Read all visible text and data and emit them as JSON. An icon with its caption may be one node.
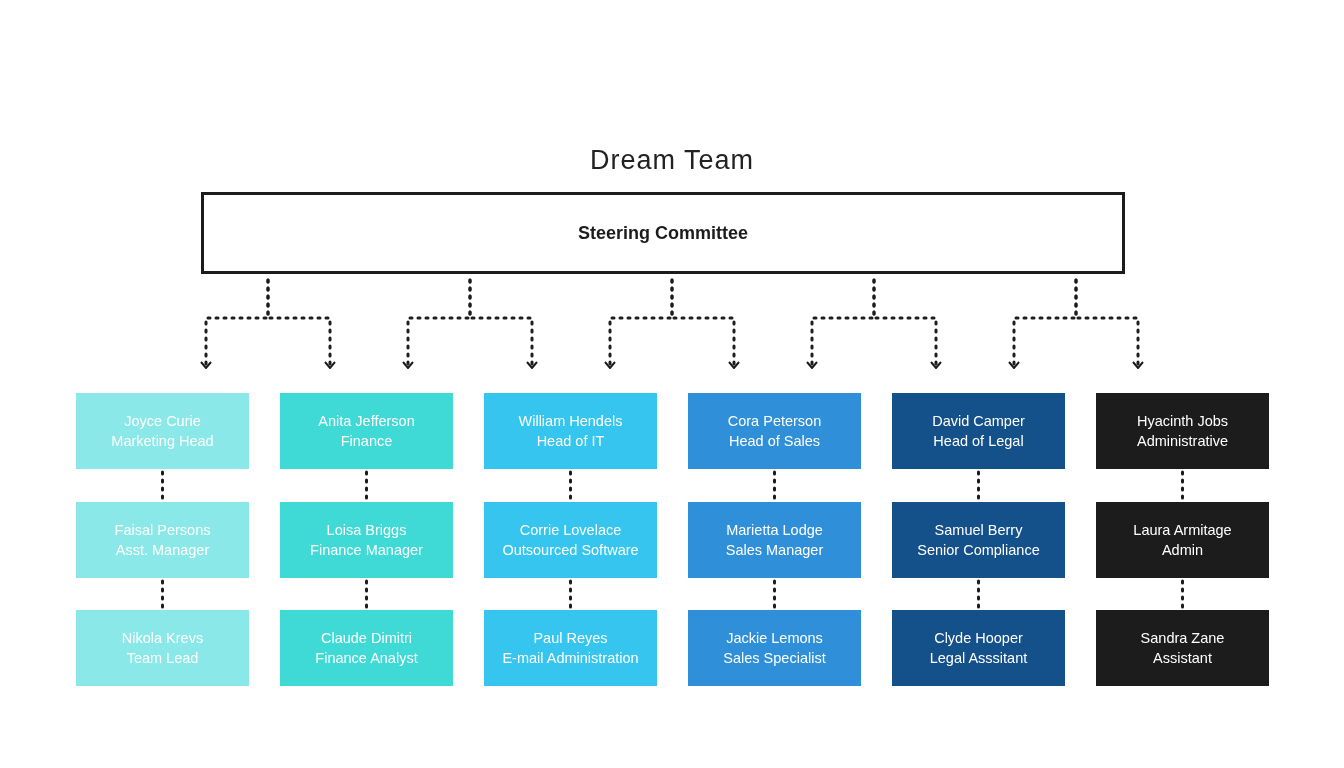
{
  "diagram": {
    "title": "Dream Team",
    "nodes": [
      {
        "text": [
          "Steering Committee"
        ]
      },
      {
        "text": [
          "Joyce Curie",
          "Marketing Head"
        ]
      },
      {
        "text": [
          "Anita Jefferson",
          "Finance"
        ]
      },
      {
        "text": [
          "William Hendels",
          "Head of IT"
        ]
      },
      {
        "text": [
          "Cora Peterson",
          "Head of Sales"
        ]
      },
      {
        "text": [
          "David Camper",
          "Head of Legal"
        ]
      },
      {
        "text": [
          "Hyacinth Jobs",
          "Administrative"
        ]
      },
      {
        "text": [
          "Faisal Persons",
          "Asst. Manager"
        ]
      },
      {
        "text": [
          "Loisa Briggs",
          "Finance Manager"
        ]
      },
      {
        "text": [
          "Corrie Lovelace",
          "Outsourced Software"
        ]
      },
      {
        "text": [
          "Marietta Lodge",
          "Sales Manager"
        ]
      },
      {
        "text": [
          "Samuel Berry",
          "Senior Compliance"
        ]
      },
      {
        "text": [
          "Laura Armitage",
          "Admin"
        ]
      },
      {
        "text": [
          "Nikola Krevs",
          "Team Lead"
        ]
      },
      {
        "text": [
          "Claude Dimitri",
          "Finance Analyst"
        ]
      },
      {
        "text": [
          "Paul Reyes",
          "E-mail Administration"
        ]
      },
      {
        "text": [
          "Jackie Lemons",
          "Sales Specialist"
        ]
      },
      {
        "text": [
          "Clyde Hooper",
          "Legal Asssitant"
        ]
      },
      {
        "text": [
          "Sandra Zane",
          "Assistant"
        ]
      }
    ],
    "edges": [
      {
        "from": 0,
        "to": 1,
        "arrow": "to",
        "style": "dashed"
      },
      {
        "from": 0,
        "to": 2,
        "arrow": "to",
        "style": "dashed"
      },
      {
        "from": 0,
        "to": 2,
        "arrow": "to",
        "style": "dashed"
      },
      {
        "from": 0,
        "to": 3,
        "arrow": "to",
        "style": "dashed"
      },
      {
        "from": 0,
        "to": 3,
        "arrow": "to",
        "style": "dashed"
      },
      {
        "from": 0,
        "to": 4,
        "arrow": "to",
        "style": "dashed"
      },
      {
        "from": 0,
        "to": 4,
        "arrow": "to",
        "style": "dashed"
      },
      {
        "from": 0,
        "to": 5,
        "arrow": "to",
        "style": "dashed"
      },
      {
        "from": 0,
        "to": 5,
        "arrow": "to",
        "style": "dashed"
      },
      {
        "from": 0,
        "to": 6,
        "arrow": "to",
        "style": "dashed"
      },
      {
        "from": 1,
        "to": 7,
        "arrow": "none",
        "style": "dashed"
      },
      {
        "from": 7,
        "to": 13,
        "arrow": "none",
        "style": "dashed"
      },
      {
        "from": 2,
        "to": 8,
        "arrow": "none",
        "style": "dashed"
      },
      {
        "from": 8,
        "to": 14,
        "arrow": "none",
        "style": "dashed"
      },
      {
        "from": 3,
        "to": 9,
        "arrow": "none",
        "style": "dashed"
      },
      {
        "from": 9,
        "to": 15,
        "arrow": "none",
        "style": "dashed"
      },
      {
        "from": 4,
        "to": 10,
        "arrow": "none",
        "style": "dashed"
      },
      {
        "from": 10,
        "to": 16,
        "arrow": "none",
        "style": "dashed"
      },
      {
        "from": 5,
        "to": 11,
        "arrow": "none",
        "style": "dashed"
      },
      {
        "from": 11,
        "to": 17,
        "arrow": "none",
        "style": "dashed"
      },
      {
        "from": 6,
        "to": 12,
        "arrow": "none",
        "style": "dashed"
      },
      {
        "from": 12,
        "to": 18,
        "arrow": "none",
        "style": "dashed"
      }
    ]
  }
}
